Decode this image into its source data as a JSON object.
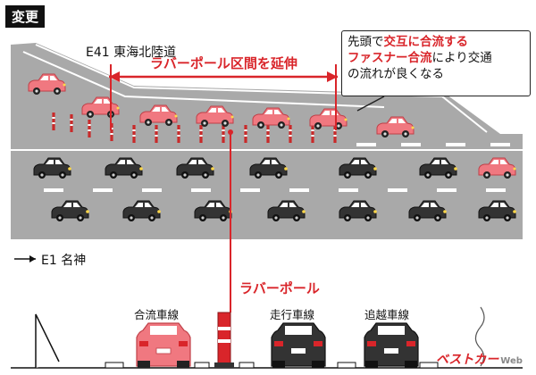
{
  "badge": "変更",
  "labels": {
    "e41": "E41 東海北陸道",
    "span": "ラバーポール区間を延伸",
    "e1": "E1 名神",
    "rubber_pole": "ラバーポール"
  },
  "callout": {
    "l1_a": "先頭",
    "l1_b": "で",
    "l1_c": "交互に合流する",
    "l2_a": "ファスナー合流",
    "l2_b": "により交通",
    "l3": "の流れが良くなる"
  },
  "section": {
    "merge_lane": "合流車線",
    "travel_lane": "走行車線",
    "passing_lane": "追越車線"
  },
  "watermark": {
    "brand": "ベストカー",
    "web": "Web"
  },
  "colors": {
    "accent_red": "#d9252a",
    "car_pink": "#f07880",
    "car_dark": "#333333",
    "road_gray": "#a9a9a9"
  }
}
